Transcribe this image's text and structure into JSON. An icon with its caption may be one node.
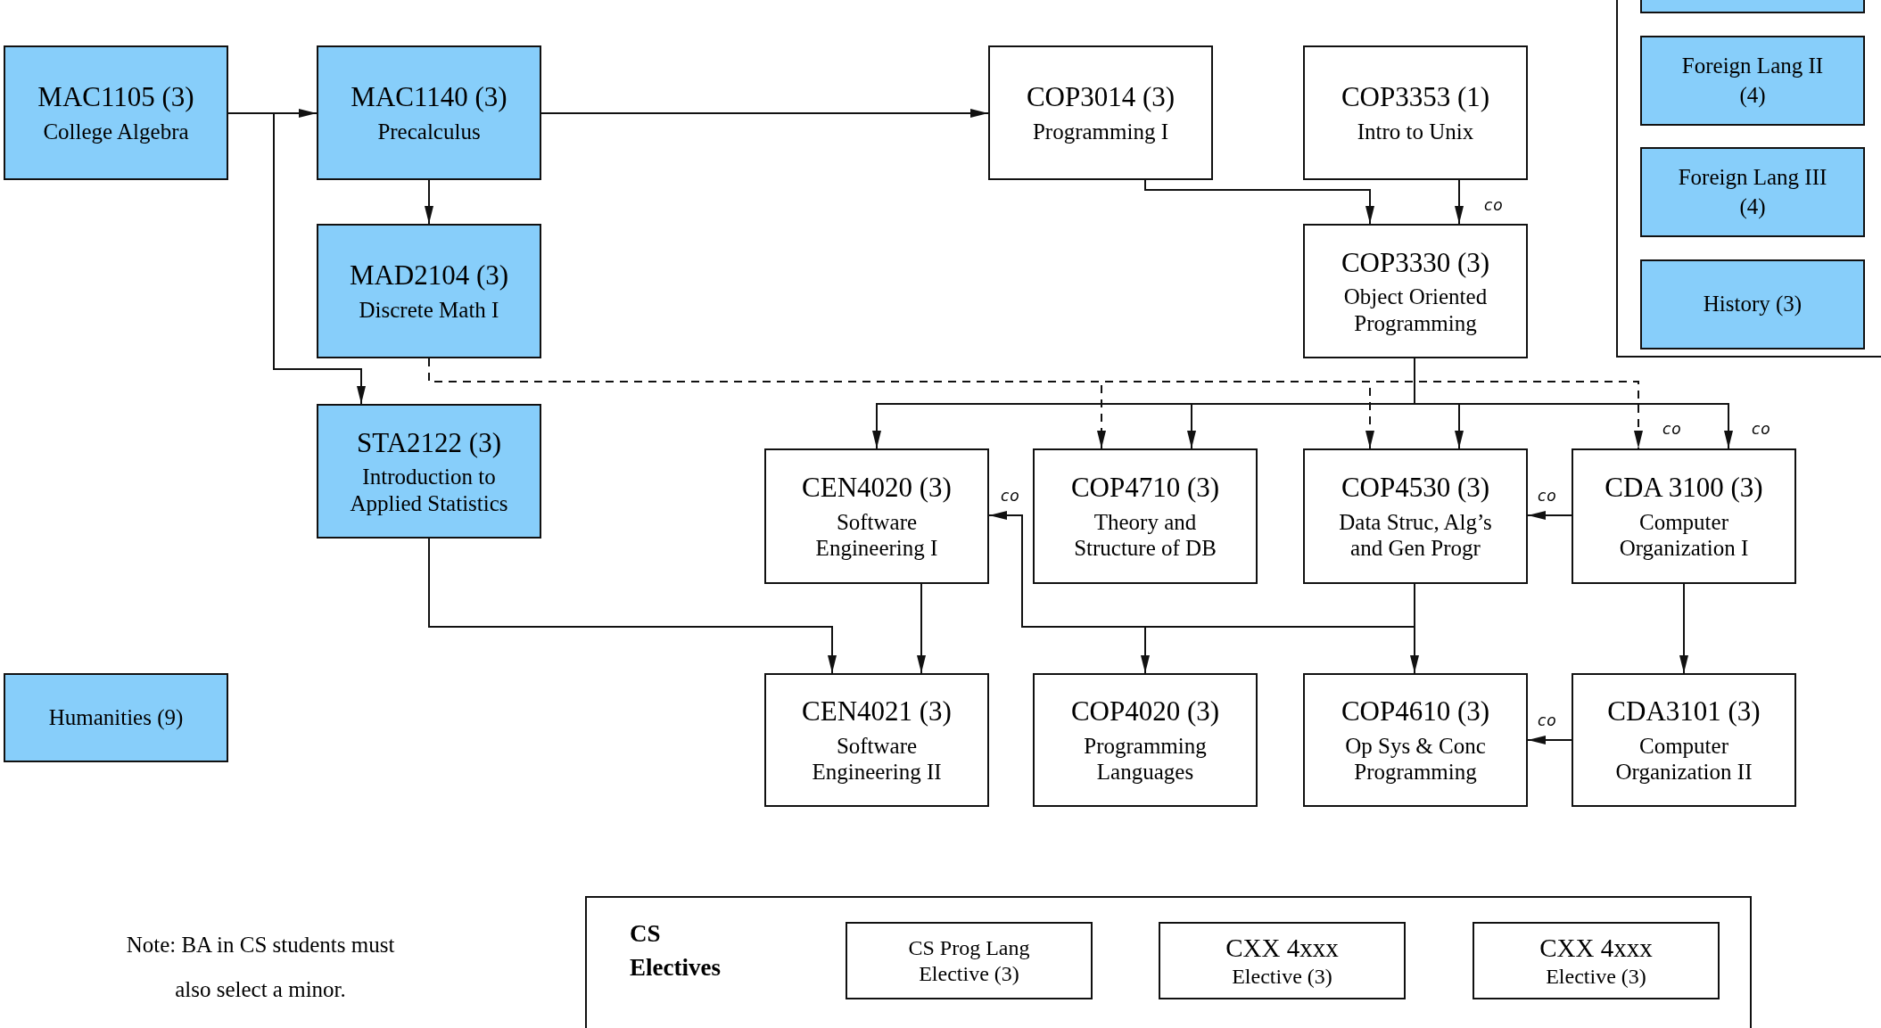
{
  "diagram": {
    "nodes": [
      {
        "text": [
          "MAC1105 (3)",
          "College Algebra"
        ]
      },
      {
        "text": [
          "MAC1140 (3)",
          "Precalculus"
        ]
      },
      {
        "text": [
          "COP3014 (3)",
          "Programming I"
        ]
      },
      {
        "text": [
          "COP3353 (1)",
          "Intro to Unix"
        ]
      },
      {
        "text": [],
        "shape": "box"
      },
      {
        "text": [],
        "shape": "box",
        "in": 4
      },
      {
        "text": [
          "Foreign Lang II (4)"
        ],
        "in": 4
      },
      {
        "text": [
          "Foreign Lang III (4)"
        ],
        "in": 4
      },
      {
        "text": [
          "History (3)"
        ],
        "in": 4
      },
      {
        "text": [
          "MAD2104 (3)",
          "Discrete Math I"
        ]
      },
      {
        "text": [
          "COP3330 (3)",
          "Object Oriented Programming"
        ]
      },
      {
        "text": [
          "STA2122 (3)",
          "Introduction to Applied Statistics"
        ]
      },
      {
        "text": [
          "CEN4020 (3)",
          "Software Engineering I"
        ]
      },
      {
        "text": [
          "COP4710 (3)",
          "Theory and Structure of DB"
        ]
      },
      {
        "text": [
          "COP4530 (3)",
          "Data Struc, Alg’s and Gen Progr"
        ]
      },
      {
        "text": [
          "CDA 3100 (3)",
          "Computer Organization I"
        ]
      },
      {
        "text": [
          "Humanities (9)"
        ]
      },
      {
        "text": [
          "CEN4021 (3)",
          "Software Engineering II"
        ]
      },
      {
        "text": [
          "COP4020 (3)",
          "Programming Languages"
        ]
      },
      {
        "text": [
          "COP4610 (3)",
          "Op Sys & Conc Programming"
        ]
      },
      {
        "text": [
          "CDA3101 (3)",
          "Computer Organization II"
        ]
      },
      {
        "text": [
          "CS Electives"
        ]
      },
      {
        "text": [
          "CS Prog Lang",
          "Elective (3)"
        ],
        "in": 21
      },
      {
        "text": [
          "CXX 4xxx",
          "Elective (3)"
        ],
        "in": 21
      },
      {
        "text": [
          "CXX 4xxx",
          "Elective (3)"
        ],
        "in": 21
      }
    ],
    "edges": [
      {
        "from": 0,
        "to": 1,
        "arrow": "to"
      },
      {
        "from": 0,
        "to": 11,
        "arrow": "to"
      },
      {
        "from": 1,
        "to": 2,
        "arrow": "to"
      },
      {
        "from": 1,
        "to": 9,
        "arrow": "to"
      },
      {
        "from": 2,
        "to": 10,
        "arrow": "to"
      },
      {
        "from": 3,
        "to": 10,
        "arrow": "to",
        "label": "co"
      },
      {
        "from": 9,
        "to": 13,
        "arrow": "to",
        "style": "dashed"
      },
      {
        "from": 9,
        "to": 14,
        "arrow": "to",
        "style": "dashed"
      },
      {
        "from": 9,
        "to": 15,
        "arrow": "to",
        "style": "dashed",
        "label": "co"
      },
      {
        "from": 10,
        "to": 12,
        "arrow": "to"
      },
      {
        "from": 10,
        "to": 13,
        "arrow": "to"
      },
      {
        "from": 10,
        "to": 14,
        "arrow": "to"
      },
      {
        "from": 10,
        "to": 15,
        "arrow": "to",
        "label": "co"
      },
      {
        "from": 15,
        "to": 14,
        "arrow": "to",
        "label": "co"
      },
      {
        "from": 14,
        "to": 12,
        "arrow": "to",
        "label": "co"
      },
      {
        "from": 14,
        "to": 18,
        "arrow": "to"
      },
      {
        "from": 14,
        "to": 19,
        "arrow": "to"
      },
      {
        "from": 12,
        "to": 17,
        "arrow": "to"
      },
      {
        "from": 11,
        "to": 17,
        "arrow": "to"
      },
      {
        "from": 15,
        "to": 20,
        "arrow": "to"
      },
      {
        "from": 20,
        "to": 19,
        "arrow": "to",
        "label": "co"
      }
    ],
    "labels": [
      "Note: BA in CS students must also select a minor."
    ]
  }
}
